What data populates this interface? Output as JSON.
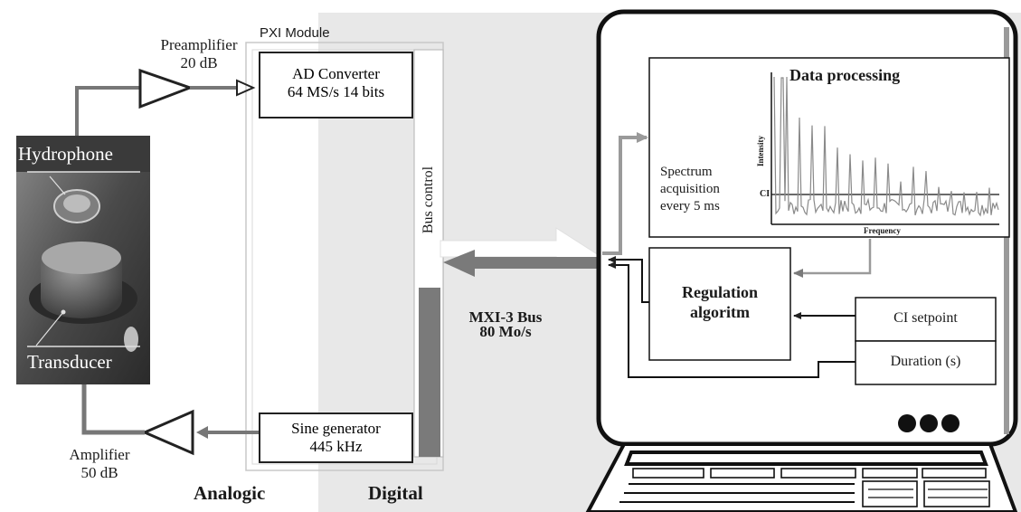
{
  "pxi": {
    "module_title": "PXI Module"
  },
  "preamplifier": {
    "name": "Preamplifier",
    "gain": "20 dB"
  },
  "amplifier": {
    "name": "Amplifier",
    "gain": "50 dB"
  },
  "photo": {
    "hydrophone_label": "Hydrophone",
    "transducer_label": "Transducer"
  },
  "ad_converter": {
    "line1": "AD Converter",
    "line2": "64 MS/s 14 bits"
  },
  "sine_generator": {
    "line1": "Sine generator",
    "line2": "445 kHz"
  },
  "bus_control_label": "Bus control",
  "mxi_bus": {
    "line1": "MXI-3 Bus",
    "line2": "80 Mo/s"
  },
  "zones": {
    "analogic": "Analogic",
    "digital": "Digital"
  },
  "data_processing": {
    "title": "Data processing",
    "spectrum_note": [
      "Spectrum",
      "acquisition",
      "every 5 ms"
    ],
    "y_axis_label": "Intensity",
    "x_axis_label": "Frequency",
    "threshold_label": "CI"
  },
  "regulation": {
    "line1": "Regulation",
    "line2": "algoritm"
  },
  "inputs": {
    "ci_setpoint": "CI setpoint",
    "duration": "Duration (s)"
  },
  "colors": {
    "dark": "#222222",
    "signal_gray": "#7a7a7a",
    "light_arrow": "#9a9a9a",
    "digital_bg": "#e6e6e6"
  }
}
